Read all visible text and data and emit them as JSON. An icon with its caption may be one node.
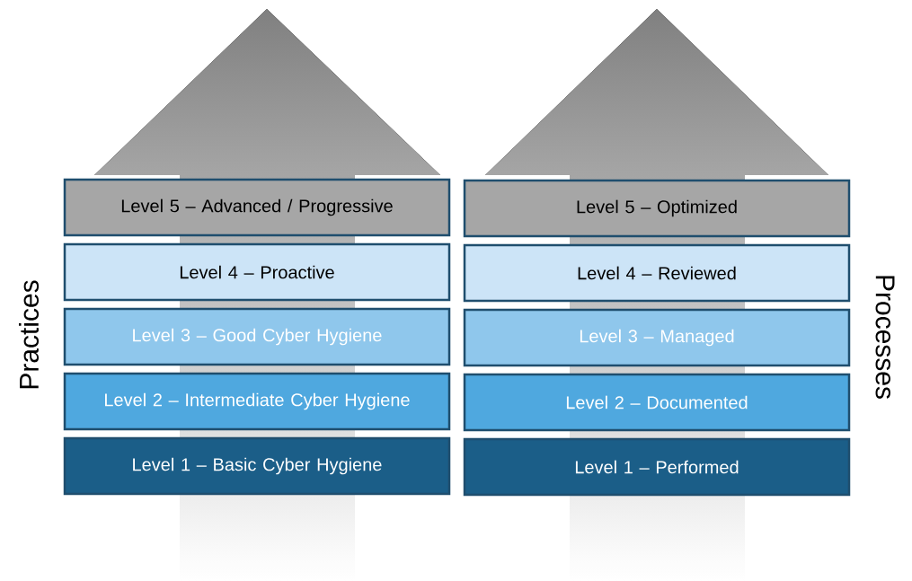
{
  "diagram": {
    "nodes": [
      {
        "text": [
          "Level 5 – Advanced / Progressive"
        ]
      },
      {
        "text": [
          "Level 5 – Optimized"
        ]
      },
      {
        "text": [
          "Level 4 – Proactive"
        ]
      },
      {
        "text": [
          "Level 4 – Reviewed"
        ]
      },
      {
        "text": [
          "Level 3 – Good Cyber Hygiene"
        ]
      },
      {
        "text": [
          "Level 3 – Managed"
        ]
      },
      {
        "text": [
          "Level 2 – Intermediate Cyber Hygiene"
        ]
      },
      {
        "text": [
          "Level 2 – Documented"
        ]
      },
      {
        "text": [
          "Level 1 – Basic Cyber Hygiene"
        ]
      },
      {
        "text": [
          "Level 1 – Performed"
        ]
      }
    ],
    "labels": [
      "Practices",
      "Processes"
    ]
  }
}
